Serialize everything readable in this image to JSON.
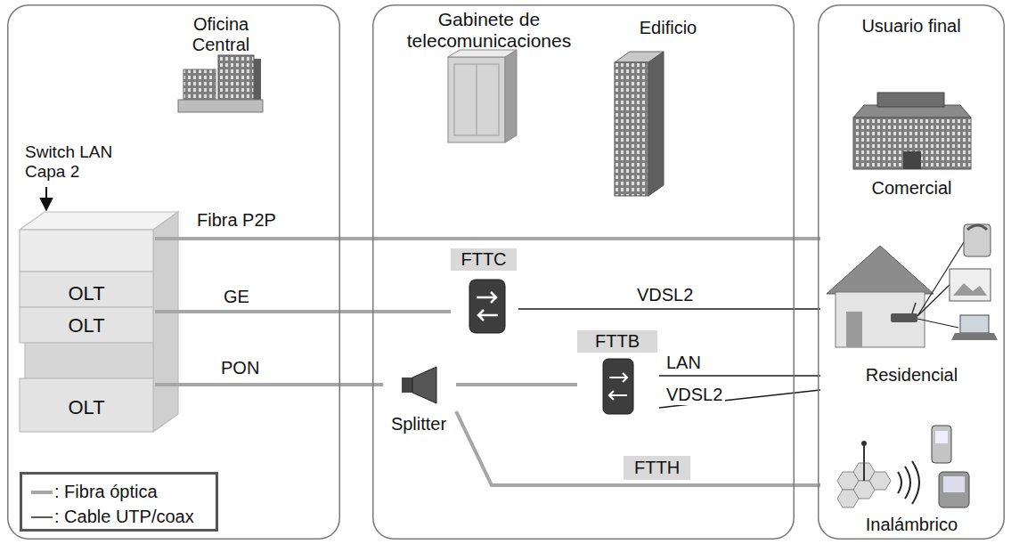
{
  "diagram": {
    "nodes": [
      {
        "text": [
          "Oficina Central"
        ]
      },
      {
        "text": [
          "Gabinete de telecomunicaciones",
          "Edificio"
        ]
      },
      {
        "text": [
          "Usuario final"
        ]
      },
      {
        "text": [
          "OLT"
        ],
        "in": 0
      },
      {
        "text": [
          "OLT"
        ],
        "in": 0
      },
      {
        "text": [
          "OLT"
        ],
        "in": 0
      },
      {
        "text": [
          "FTTC"
        ],
        "in": 1
      },
      {
        "text": [
          "Splitter"
        ],
        "in": 1
      },
      {
        "text": [
          "FTTB"
        ],
        "in": 1
      },
      {
        "text": [
          "Comercial"
        ],
        "in": 2
      },
      {
        "text": [
          "Residencial"
        ],
        "in": 2
      },
      {
        "text": [
          "Inalámbrico"
        ],
        "in": 2
      }
    ],
    "edges": [
      {
        "from": 3,
        "to": 10,
        "label": "Fibra P2P",
        "arrow": "none"
      },
      {
        "from": 4,
        "to": 6,
        "label": "GE",
        "arrow": "none"
      },
      {
        "from": 6,
        "to": 10,
        "label": "VDSL2",
        "arrow": "none"
      },
      {
        "from": 5,
        "to": 7,
        "label": "PON",
        "arrow": "none"
      },
      {
        "from": 7,
        "to": 8,
        "arrow": "none"
      },
      {
        "from": 8,
        "to": 10,
        "label": "LAN",
        "arrow": "none"
      },
      {
        "from": 8,
        "to": 10,
        "label": "VDSL2",
        "arrow": "none"
      },
      {
        "from": 7,
        "to": 11,
        "label": "FTTH",
        "arrow": "none"
      }
    ],
    "labels": [
      "Switch LAN Capa 2"
    ],
    "legend": [
      {
        "text": ": Fibra óptica"
      },
      {
        "text": ": Cable UTP/coax"
      }
    ]
  }
}
